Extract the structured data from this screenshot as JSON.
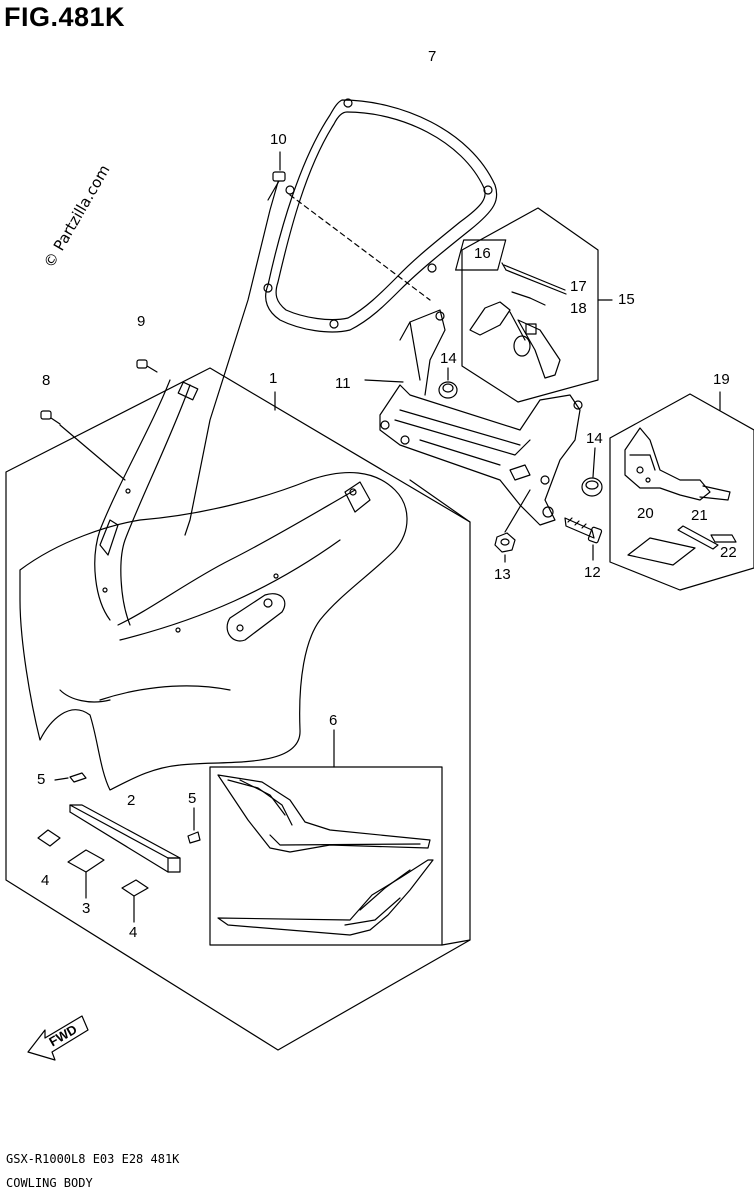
{
  "title": "FIG.481K",
  "watermark": "© Partzilla.com",
  "callouts": {
    "c1": "1",
    "c2": "2",
    "c3": "3",
    "c4a": "4",
    "c4b": "4",
    "c5a": "5",
    "c5b": "5",
    "c6": "6",
    "c7": "7",
    "c8": "8",
    "c9": "9",
    "c10": "10",
    "c11": "11",
    "c12": "12",
    "c13": "13",
    "c14a": "14",
    "c14b": "14",
    "c15": "15",
    "c16": "16",
    "c17": "17",
    "c18": "18",
    "c19": "19",
    "c20": "20",
    "c21": "21",
    "c22": "22"
  },
  "fwd_label": "FWD",
  "footer": {
    "model": "GSX-R1000L8  E03  E28  481K",
    "name": "COWLING BODY"
  }
}
